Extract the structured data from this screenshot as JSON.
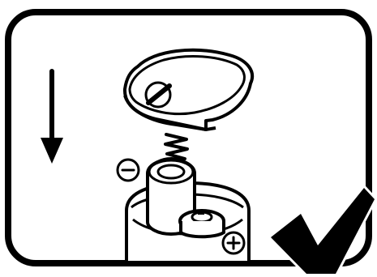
{
  "diagram": {
    "type": "battery-installation-instruction",
    "elements": [
      "rounded-frame",
      "battery-compartment-cap",
      "cap-slot-icon",
      "spring-icon",
      "battery-cylinder",
      "battery-positive-terminal",
      "compartment-housing",
      "downward-arrow-icon",
      "negative-symbol-icon",
      "positive-symbol-icon",
      "checkmark-icon"
    ],
    "polarity": {
      "negative": "−",
      "positive": "+"
    },
    "meaning": {
      "correct_install": true
    },
    "colors": {
      "ink": "#000000",
      "background": "#ffffff"
    }
  }
}
